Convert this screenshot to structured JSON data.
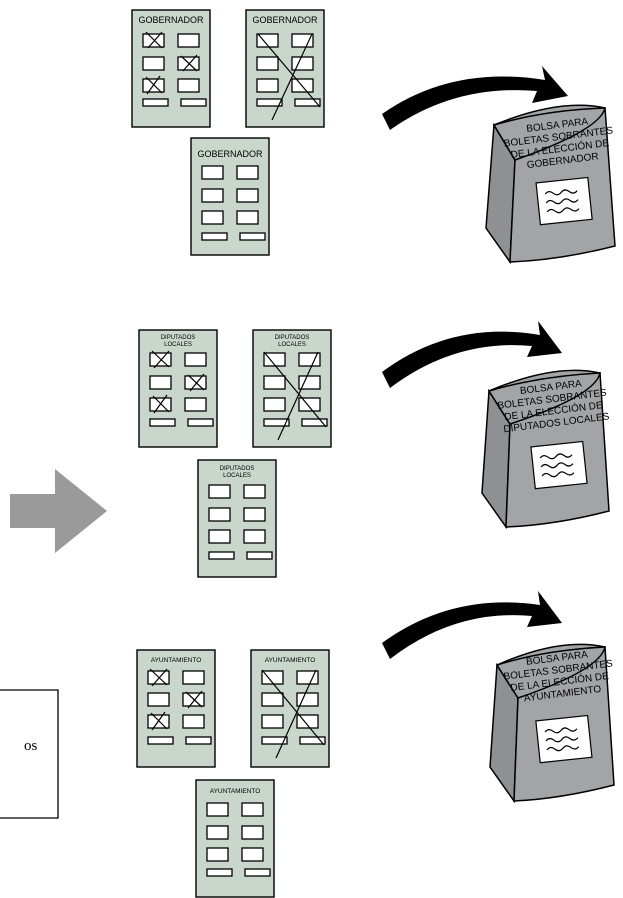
{
  "ballots": {
    "gobernador": "GOBERNADOR",
    "diputados_line1": "DIPUTADOS",
    "diputados_line2": "LOCALES",
    "ayuntamiento": "AYUNTAMIENTO"
  },
  "bags": {
    "gobernador": [
      "BOLSA PARA",
      "BOLETAS SOBRANTES",
      "DE LA ELECCIÓN DE",
      "GOBERNADOR"
    ],
    "diputados": [
      "BOLSA PARA",
      "BOLETAS SOBRANTES",
      "DE LA ELECCIÓN DE",
      "DIPUTADOS LOCALES"
    ],
    "ayuntamiento": [
      "BOLSA PARA",
      "BOLETAS SOBRANTES",
      "DE LA ELECCIÓN DE",
      "AYUNTAMIENTO"
    ]
  },
  "left_box_text": "os",
  "colors": {
    "ballot": "#c9d6cb",
    "bag": "#a3a4a7",
    "arrow": "#999999"
  }
}
